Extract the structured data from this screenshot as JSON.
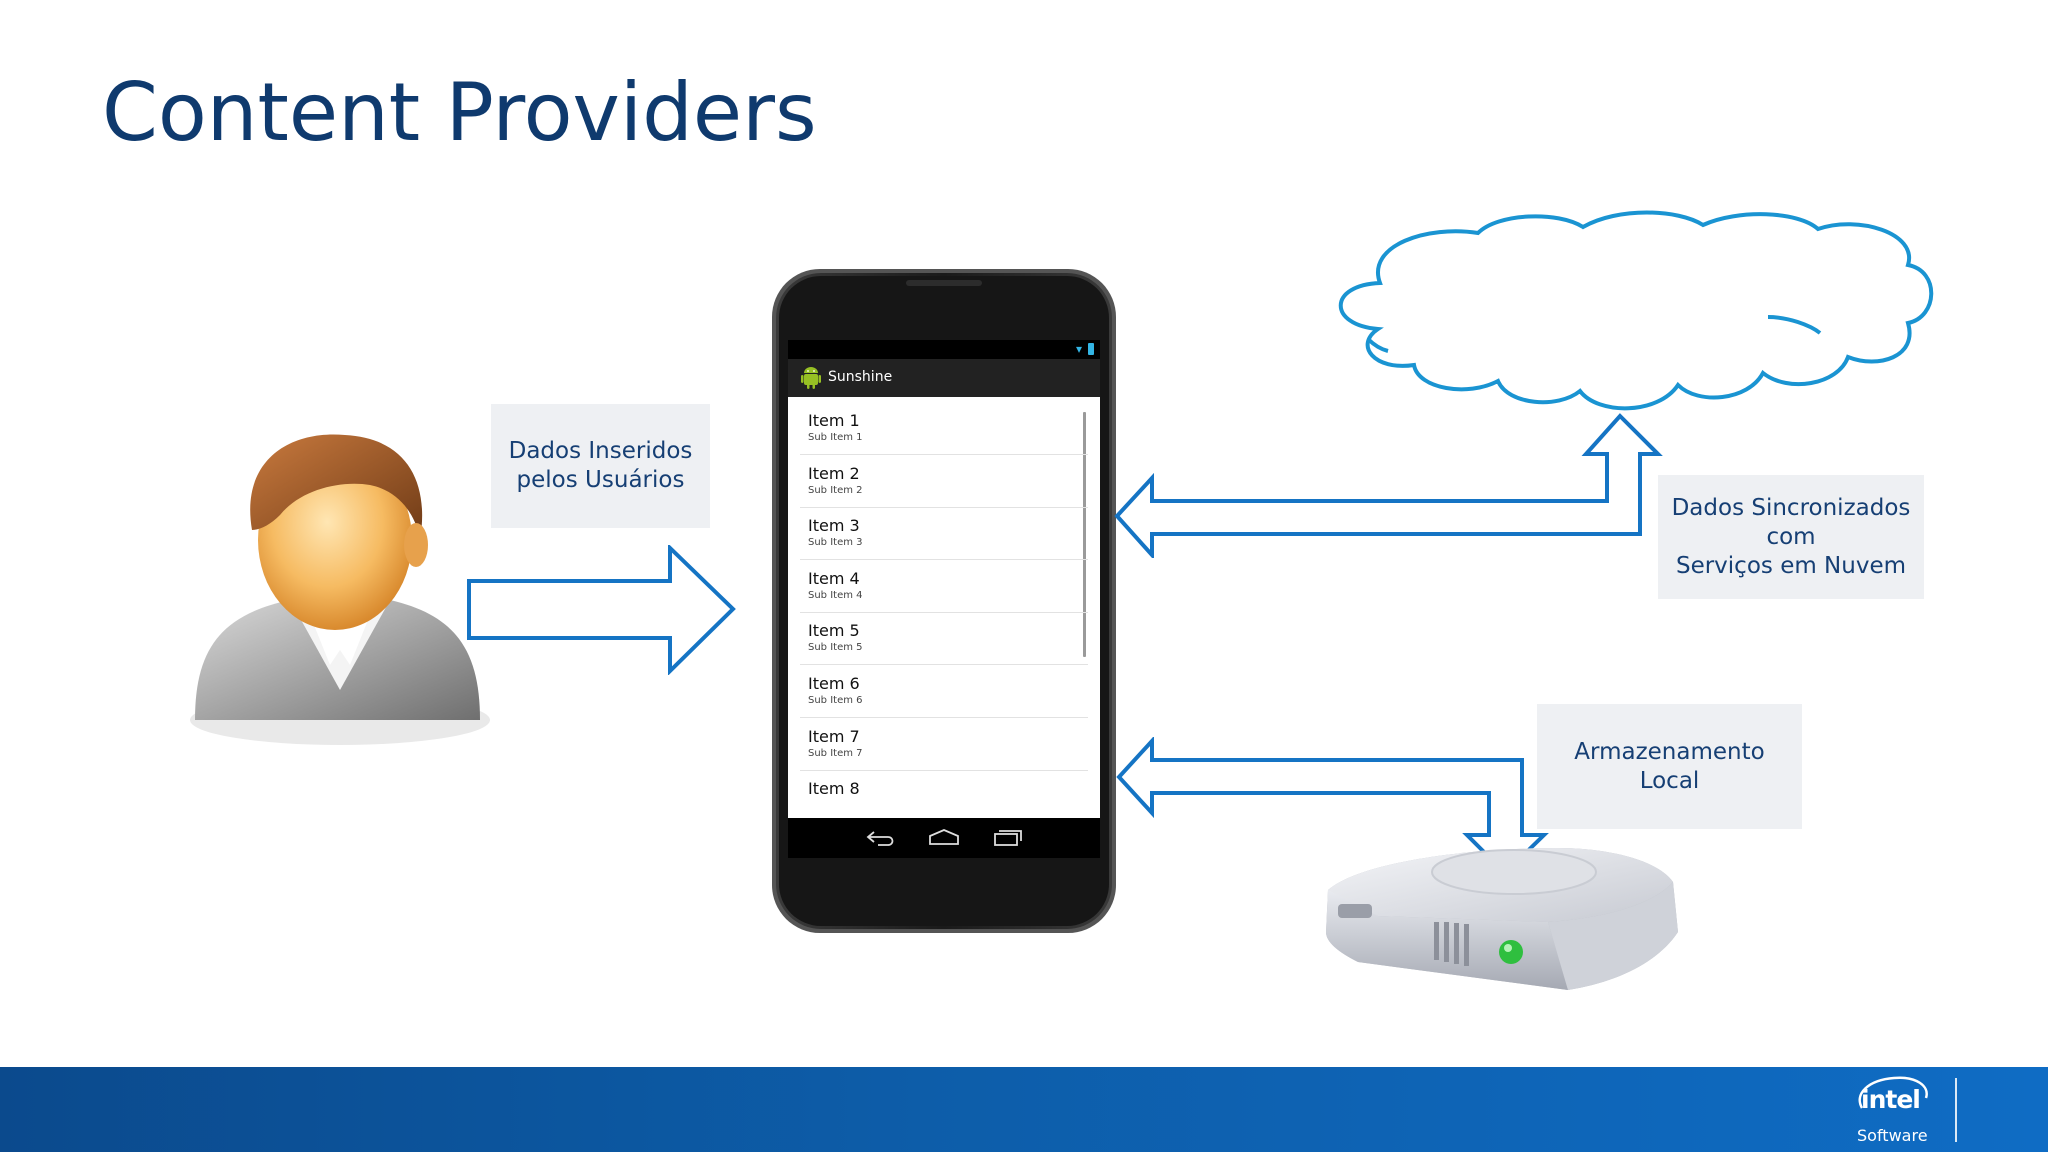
{
  "title": "Content Providers",
  "labels": {
    "user_data": [
      "Dados Inseridos",
      "pelos Usuários"
    ],
    "cloud_sync": [
      "Dados Sincronizados",
      "com",
      "Serviços em Nuvem"
    ],
    "local_storage": [
      "Armazenamento",
      "Local"
    ]
  },
  "phone": {
    "app_title": "Sunshine",
    "items": [
      {
        "title": "Item 1",
        "sub": "Sub Item 1"
      },
      {
        "title": "Item 2",
        "sub": "Sub Item 2"
      },
      {
        "title": "Item 3",
        "sub": "Sub Item 3"
      },
      {
        "title": "Item 4",
        "sub": "Sub Item 4"
      },
      {
        "title": "Item 5",
        "sub": "Sub Item 5"
      },
      {
        "title": "Item 6",
        "sub": "Sub Item 6"
      },
      {
        "title": "Item 7",
        "sub": "Sub Item 7"
      },
      {
        "title": "Item 8",
        "sub": ""
      }
    ]
  },
  "footer": {
    "brand": "intel",
    "brand_sub": "Software"
  },
  "colors": {
    "arrow": "#1574c4",
    "cloud": "#1a94d2",
    "title": "#0f3a6e",
    "footer": "#0d5da9"
  }
}
